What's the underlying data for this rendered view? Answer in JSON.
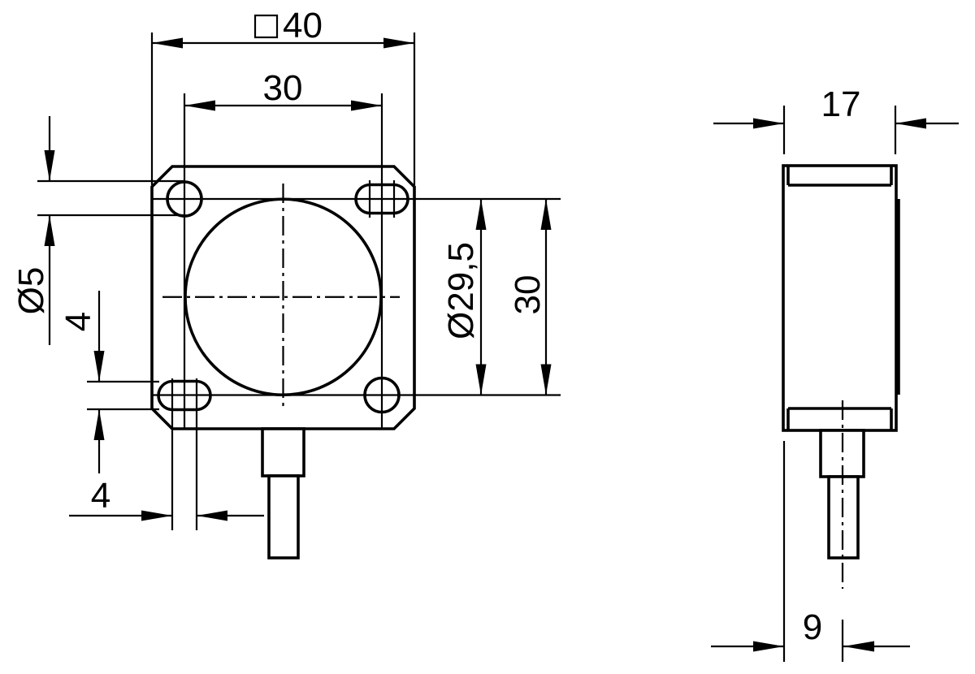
{
  "drawing": {
    "kind": "technical-dimension-drawing",
    "views": [
      "front-view",
      "side-view"
    ]
  },
  "dims": {
    "overall_square": {
      "symbol": "□",
      "value": "40"
    },
    "spacing_h": "30",
    "spacing_v": "30",
    "hole_dia": "Ø5",
    "slot_height": "4",
    "slot_length": "4",
    "active_dia": "Ø29,5",
    "depth": "17",
    "cable_offset": "9"
  },
  "colors": {
    "line": "#000000",
    "background": "#ffffff"
  }
}
